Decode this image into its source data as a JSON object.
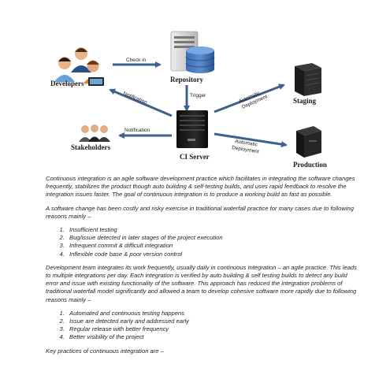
{
  "diagram": {
    "nodes": {
      "developers": "Developers",
      "repository": "Repository",
      "staging": "Staging",
      "stakeholders": "Stakeholders",
      "ci_server": "CI Server",
      "production": "Production"
    },
    "edges": {
      "check_in": "Check in",
      "trigger": "Trigger",
      "notification_dev": "Notification",
      "notification_stake": "Notification",
      "auto_deploy_staging": [
        "Automatic",
        "Deployment"
      ],
      "auto_deploy_production": [
        "Automatic",
        "Deployment"
      ]
    },
    "colors": {
      "arrow": "#3f5f8c",
      "server_dark": "#141414",
      "db_blue": "#2d5f9e"
    }
  },
  "document": {
    "para1": "Continuous integration is an agile software development practice which facilitates in integrating the software changes frequently, stabilizes the product though auto building & self-testing builds, and uses rapid feedback to resolve the integration issues faster. The goal of continuous integration is to produce a working build as fast as possible.",
    "para2": "A software change has been costly and risky exercise in traditional waterfall practice for many cases due to following reasons mainly –",
    "list1": [
      "Insufficient testing",
      "Bug/issue detected in later stages of the project execution",
      "Infrequent commit & difficult integration",
      "Inflexible code base & poor version control"
    ],
    "para3": "Development team integrates its work frequently, usually daily in continuous Integration – an agile practice. This leads to multiple integrations per day. Each integration is verified by auto building & self testing builds to detect any build error and issue with existing functionality of the software. This approach has reduced the integration problems of traditional waterfall model significantly and allowed a team to develop cohesive software more rapidly due to following reasons mainly –",
    "list2": [
      "Automated and continuous testing happens",
      "Issue are detected early and addressed early",
      "Regular release with better frequency",
      "Better visibility of the project"
    ],
    "para4": "Key practices of continuous integration are –"
  }
}
